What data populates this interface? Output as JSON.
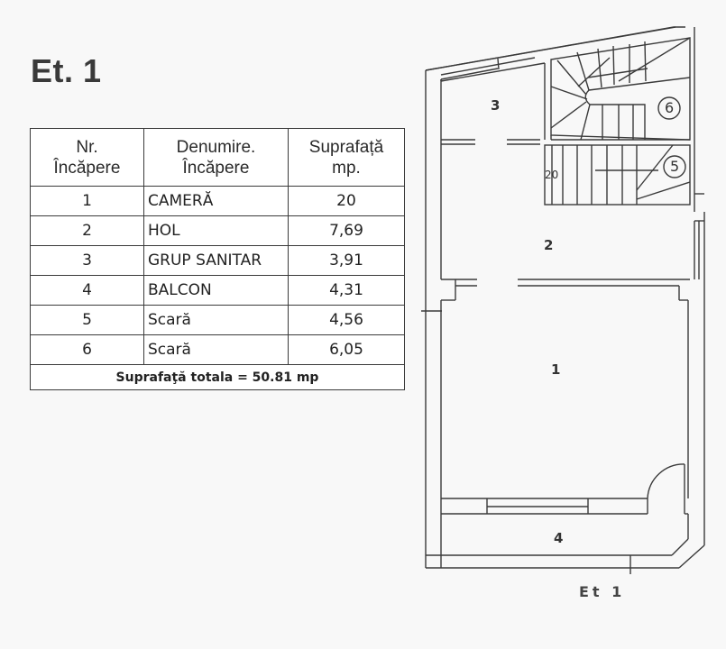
{
  "title": "Et. 1",
  "table": {
    "headers": {
      "nr": "Nr.\nÎncăpere",
      "name": "Denumire.\nÎncăpere",
      "area": "Suprafață\nmp."
    },
    "header_lines": {
      "nr_1": "Nr.",
      "nr_2": "Încăpere",
      "name_1": "Denumire.",
      "name_2": "Încăpere",
      "area_1": "Suprafață",
      "area_2": "mp."
    },
    "rows": [
      {
        "nr": "1",
        "name": "CAMERĂ",
        "area": "20"
      },
      {
        "nr": "2",
        "name": "HOL",
        "area": "7,69"
      },
      {
        "nr": "3",
        "name": "GRUP SANITAR",
        "area": "3,91"
      },
      {
        "nr": "4",
        "name": "BALCON",
        "area": "4,31"
      },
      {
        "nr": "5",
        "name": "Scară",
        "area": "4,56"
      },
      {
        "nr": "6",
        "name": "Scară",
        "area": "6,05"
      }
    ],
    "total": "Suprafaţă totala = 50.81 mp"
  },
  "plan": {
    "room_labels": {
      "r1": "1",
      "r2": "2",
      "r3": "3",
      "r4": "4"
    },
    "stair_markers": {
      "s5": "5",
      "s6": "6"
    },
    "step_count": "20",
    "caption": "Et 1"
  },
  "colors": {
    "line": "#3a3a3a",
    "background": "#f8f8f8",
    "table_bg": "#ffffff"
  }
}
